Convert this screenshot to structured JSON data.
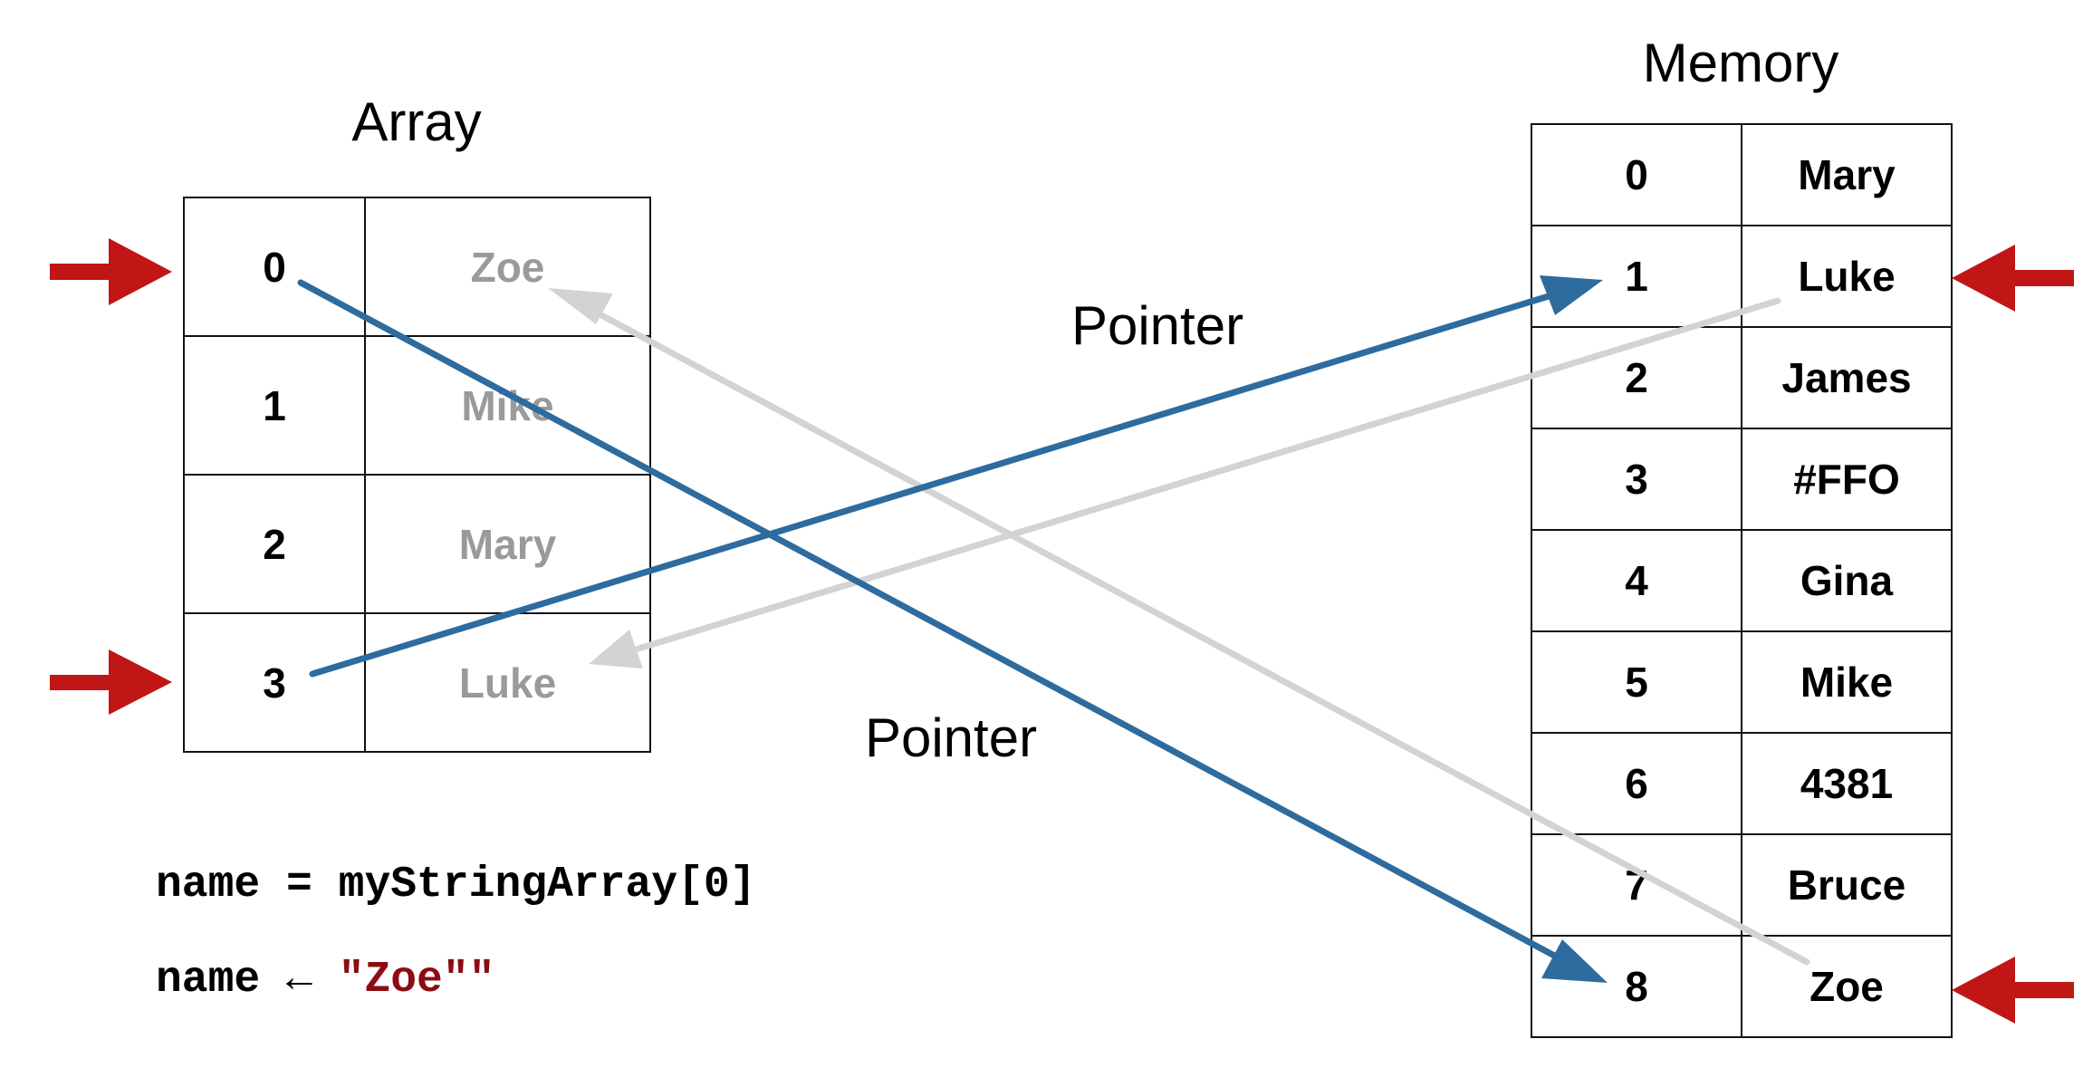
{
  "array": {
    "title": "Array",
    "rows": [
      {
        "index": "0",
        "value": "Zoe"
      },
      {
        "index": "1",
        "value": "Mike"
      },
      {
        "index": "2",
        "value": "Mary"
      },
      {
        "index": "3",
        "value": "Luke"
      }
    ]
  },
  "memory": {
    "title": "Memory",
    "rows": [
      {
        "index": "0",
        "value": "Mary"
      },
      {
        "index": "1",
        "value": "Luke"
      },
      {
        "index": "2",
        "value": "James"
      },
      {
        "index": "3",
        "value": "#FFO"
      },
      {
        "index": "4",
        "value": "Gina"
      },
      {
        "index": "5",
        "value": "Mike"
      },
      {
        "index": "6",
        "value": "4381"
      },
      {
        "index": "7",
        "value": "Bruce"
      },
      {
        "index": "8",
        "value": "Zoe"
      }
    ]
  },
  "labels": {
    "pointer_top": "Pointer",
    "pointer_bottom": "Pointer"
  },
  "code": {
    "line1": "name = myStringArray[0]",
    "line2_prefix": "name ← ",
    "line2_string": "\"Zoe\"\""
  },
  "colors": {
    "pointer_arrow": "#2e6b9e",
    "value_arrow": "#d3d3d3",
    "marker_arrow": "#c01616",
    "array_value_text": "#9a9a9a",
    "string_literal": "#8b0d14"
  }
}
